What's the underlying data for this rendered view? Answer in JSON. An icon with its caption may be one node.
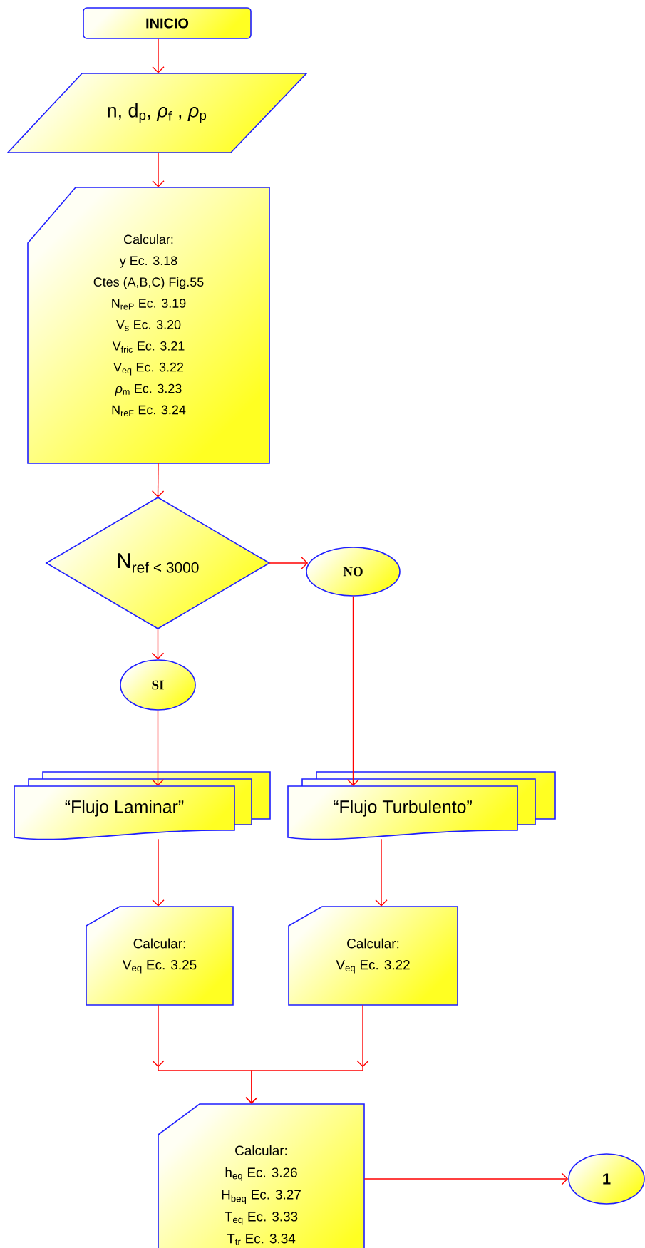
{
  "diagram": {
    "nodes": [
      {
        "text": [
          "INICIO"
        ]
      },
      {
        "text": [
          "n, d$_{p}$, *ρ*$_{f}$ , *ρ*$_{p}$"
        ]
      },
      {
        "text": [
          "Calcular:",
          "y Ec. 3.18",
          "Ctes (A,B,C) Fig.55",
          "N$_{reP}$ Ec. 3.19",
          "V$_{s}$ Ec. 3.20",
          "V$_{fric}$ Ec. 3.21",
          "V$_{eq}$ Ec. 3.22",
          "*ρ*$_{m}$ Ec. 3.23",
          "N$_{reF}$ Ec. 3.24"
        ]
      },
      {
        "text": [
          "N$_{ref < 3000}$"
        ]
      },
      {
        "text": [
          "NO"
        ]
      },
      {
        "text": [
          "SI"
        ]
      },
      {
        "text": [
          "“Flujo Laminar”"
        ]
      },
      {
        "text": [
          "“Flujo Turbulento”"
        ]
      },
      {
        "text": [
          "Calcular:",
          "V$_{eq}$ Ec. 3.25"
        ]
      },
      {
        "text": [
          "Calcular:",
          "V$_{eq}$ Ec. 3.22"
        ]
      },
      {
        "text": [
          "Calcular:",
          "h$_{eq}$ Ec. 3.26",
          "H$_{beq}$ Ec. 3.27",
          "T$_{eq}$ Ec. 3.33",
          "T$_{tr}$ Ec. 3.34"
        ]
      },
      {
        "text": [
          "1"
        ]
      }
    ],
    "edges": [
      {
        "from": 0,
        "to": 1,
        "arrow": "to"
      },
      {
        "from": 1,
        "to": 2,
        "arrow": "to"
      },
      {
        "from": 2,
        "to": 3,
        "arrow": "to"
      },
      {
        "from": 3,
        "to": 4,
        "arrow": "to"
      },
      {
        "from": 3,
        "to": 5,
        "arrow": "to"
      },
      {
        "from": 5,
        "to": 6,
        "arrow": "to"
      },
      {
        "from": 4,
        "to": 7,
        "arrow": "to"
      },
      {
        "from": 6,
        "to": 8,
        "arrow": "to"
      },
      {
        "from": 7,
        "to": 9,
        "arrow": "to"
      },
      {
        "from": 8,
        "to": 10,
        "arrow": "to"
      },
      {
        "from": 9,
        "to": 10,
        "arrow": "to"
      },
      {
        "from": 10,
        "to": 11,
        "arrow": "to"
      }
    ]
  }
}
